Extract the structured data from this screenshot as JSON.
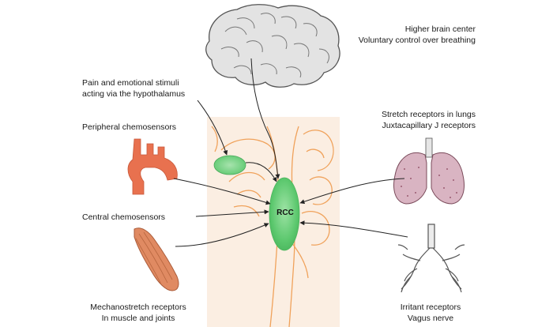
{
  "labels": {
    "higher_brain": [
      "Higher brain center",
      "Voluntary control over breathing"
    ],
    "pain": [
      "Pain and emotional stimuli",
      "acting via the hypothalamus"
    ],
    "stretch": [
      "Stretch receptors in lungs",
      "Juxtacapillary J receptors"
    ],
    "peripheral": [
      "Peripheral chemosensors"
    ],
    "central": [
      "Central chemosensors"
    ],
    "mechano": [
      "Mechanostretch receptors",
      "In muscle and joints"
    ],
    "irritant": [
      "Irritant receptors",
      "Vagus nerve"
    ],
    "rcc": "RCC"
  },
  "colors": {
    "brainstem_bg": "#fbeee2",
    "brain_fill": "#e3e3e3",
    "rcc_green": "#5cc86e",
    "artery": "#e8714f",
    "muscle": "#e08a62",
    "lung": "#d9b4c2",
    "airway": "#7a7a7a",
    "line": "#222222"
  }
}
